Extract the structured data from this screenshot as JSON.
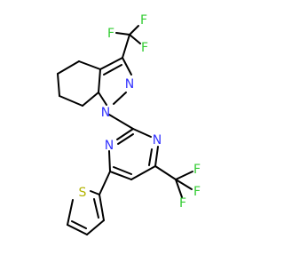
{
  "molecule": {
    "atom_labels": {
      "N": "N",
      "F": "F",
      "S": "S"
    },
    "colors": {
      "bond": "#000000",
      "nitrogen": "#3333ff",
      "fluorine": "#33cc33",
      "sulfur": "#b3b300",
      "background": "#ffffff"
    }
  }
}
